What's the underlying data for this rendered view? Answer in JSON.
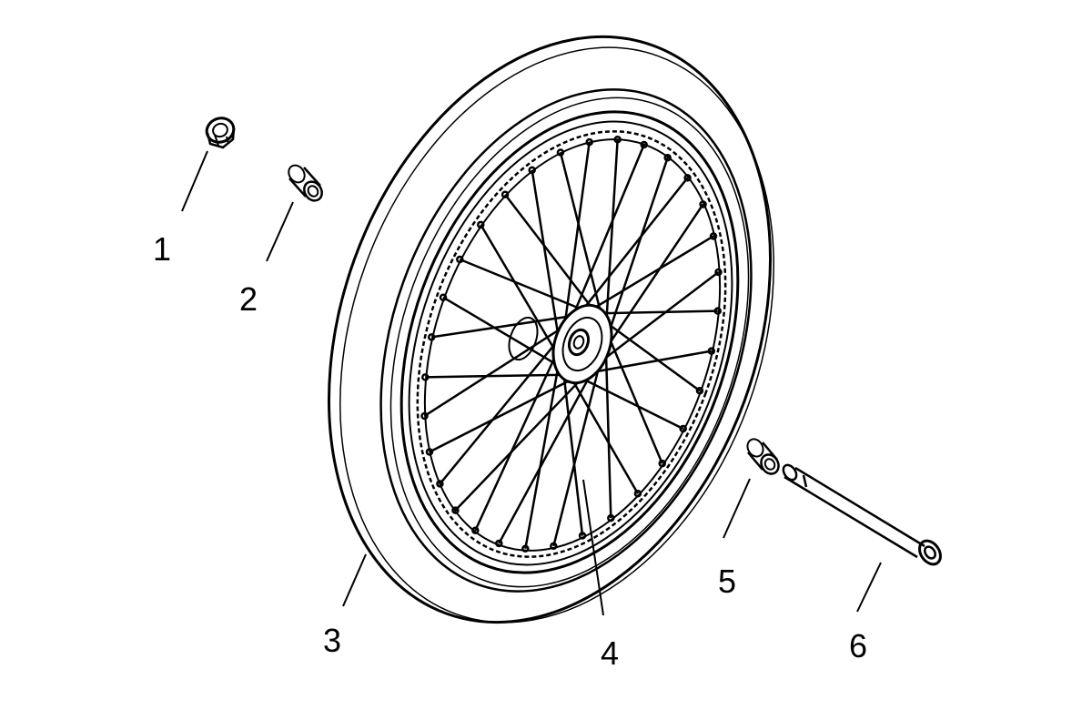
{
  "diagram": {
    "line_color": "#000000",
    "background_color": "#ffffff",
    "callouts": [
      {
        "id": "1",
        "label": "1",
        "part_icon": "nut-icon"
      },
      {
        "id": "2",
        "label": "2",
        "part_icon": "spacer-icon"
      },
      {
        "id": "3",
        "label": "3",
        "part_icon": "tire-icon"
      },
      {
        "id": "4",
        "label": "4",
        "part_icon": "spoked-rim-icon"
      },
      {
        "id": "5",
        "label": "5",
        "part_icon": "spacer-icon"
      },
      {
        "id": "6",
        "label": "6",
        "part_icon": "axle-bolt-icon"
      }
    ]
  }
}
